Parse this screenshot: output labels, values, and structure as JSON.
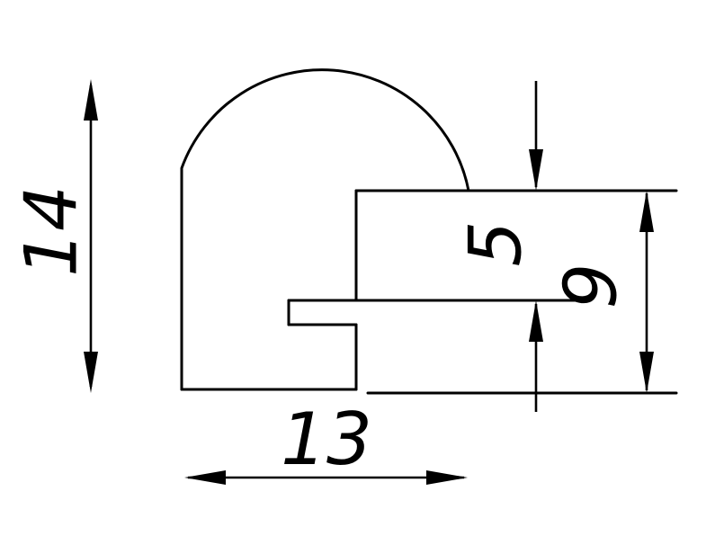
{
  "dimensions": {
    "total_height_label": "14",
    "total_width_label": "13",
    "rabbet_depth_label": "5",
    "back_height_label": "9"
  },
  "colors": {
    "line": "#000000",
    "background": "#ffffff"
  }
}
